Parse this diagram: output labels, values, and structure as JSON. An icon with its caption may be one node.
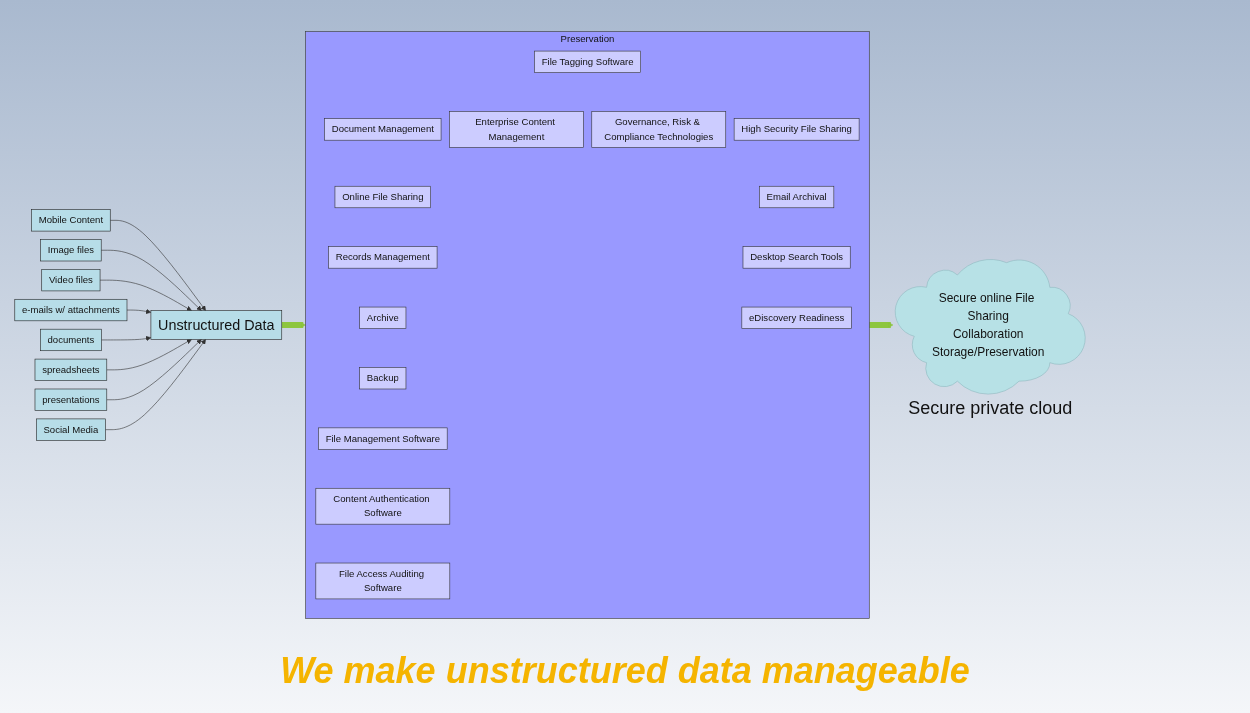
{
  "diagram": {
    "caption": "We make unstructured data manageable",
    "nodes": [
      {
        "text": [
          "Mobile Content"
        ]
      },
      {
        "text": [
          "Image files"
        ]
      },
      {
        "text": [
          "Video files"
        ]
      },
      {
        "text": [
          "e-mails w/ attachments"
        ]
      },
      {
        "text": [
          "documents"
        ]
      },
      {
        "text": [
          "Unstructured Data"
        ]
      },
      {
        "text": [
          "spreadsheets"
        ]
      },
      {
        "text": [
          "presentations"
        ]
      },
      {
        "text": [
          "Social Media"
        ]
      },
      {
        "text": [
          "Preservation"
        ]
      },
      {
        "text": [
          "File Tagging Software"
        ],
        "in": 9
      },
      {
        "text": [
          "Enterprise Content Management"
        ],
        "in": 9
      },
      {
        "text": [
          "Document Management"
        ],
        "in": 9
      },
      {
        "text": [
          "Online File Sharing"
        ],
        "in": 9
      },
      {
        "text": [
          "Records Management"
        ],
        "in": 9
      },
      {
        "text": [
          "Governance, Risk & Compliance Technologies"
        ],
        "in": 9
      },
      {
        "text": [
          "High Security File Sharing"
        ],
        "in": 9
      },
      {
        "text": [
          "Email Archival"
        ],
        "in": 9
      },
      {
        "text": [
          "Desktop Search Tools"
        ],
        "in": 9
      },
      {
        "text": [
          "eDiscovery Readiness"
        ],
        "in": 9
      },
      {
        "text": [
          "Archive"
        ],
        "in": 9
      },
      {
        "text": [
          "Backup"
        ],
        "in": 9
      },
      {
        "text": [
          "File Management Software"
        ],
        "in": 9
      },
      {
        "text": [
          "Content Authentication Software"
        ],
        "in": 9
      },
      {
        "text": [
          "File Access Auditing Software"
        ],
        "in": 9
      },
      {
        "text": [
          "Secure online File Sharing",
          "Collaboration",
          "Storage/Preservation"
        ],
        "beside": [
          "Secure private cloud"
        ]
      }
    ],
    "edges": [
      {
        "from": 0,
        "to": 5,
        "arrow": "to"
      },
      {
        "from": 1,
        "to": 5,
        "arrow": "to"
      },
      {
        "from": 2,
        "to": 5,
        "arrow": "to"
      },
      {
        "from": 3,
        "to": 5,
        "arrow": "to"
      },
      {
        "from": 4,
        "to": 5,
        "arrow": "to"
      },
      {
        "from": 6,
        "to": 5,
        "arrow": "to"
      },
      {
        "from": 7,
        "to": 5,
        "arrow": "to"
      },
      {
        "from": 8,
        "to": 5,
        "arrow": "to"
      },
      {
        "from": 5,
        "to": 9,
        "arrow": "to",
        "style": "thick",
        "color": "#8dc63f"
      },
      {
        "from": 9,
        "to": 25,
        "arrow": "to",
        "style": "thick",
        "color": "#8dc63f"
      }
    ]
  }
}
